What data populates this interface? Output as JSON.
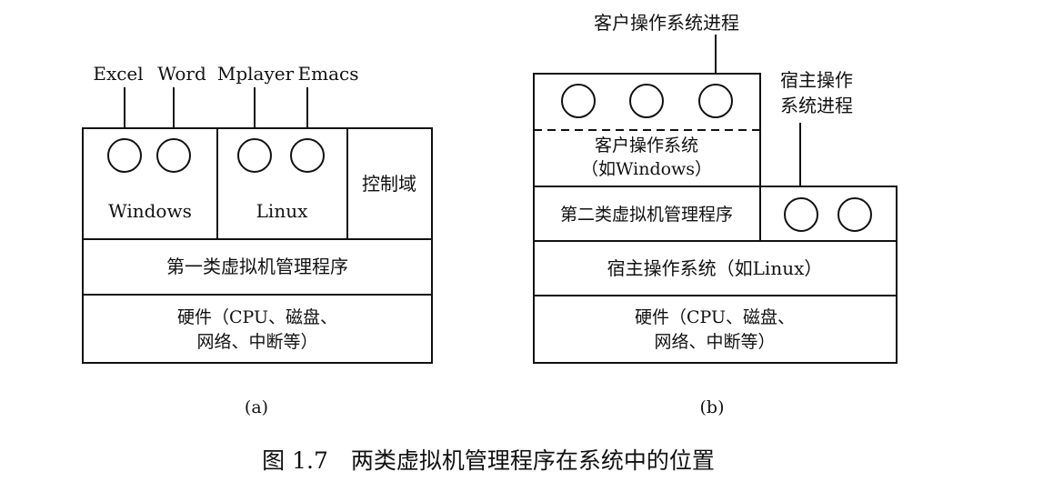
{
  "diagram_a": {
    "apps": {
      "excel": "Excel",
      "word": "Word",
      "mplayer": "Mplayer",
      "emacs": "Emacs"
    },
    "os_windows": "Windows",
    "os_linux": "Linux",
    "control_domain": "控制域",
    "hypervisor": "第一类虚拟机管理程序",
    "hardware_line1": "硬件（CPU、磁盘、",
    "hardware_line2": "网络、中断等）",
    "label": "(a)"
  },
  "diagram_b": {
    "guest_process_label": "客户操作系统进程",
    "host_process_label_line1": "宿主操作",
    "host_process_label_line2": "系统进程",
    "guest_os_line1": "客户操作系统",
    "guest_os_line2": "（如Windows）",
    "hypervisor": "第二类虚拟机管理程序",
    "host_os": "宿主操作系统（如Linux）",
    "hardware_line1": "硬件（CPU、磁盘、",
    "hardware_line2": "网络、中断等）",
    "label": "(b)"
  },
  "caption": "图 1.7　两类虚拟机管理程序在系统中的位置"
}
